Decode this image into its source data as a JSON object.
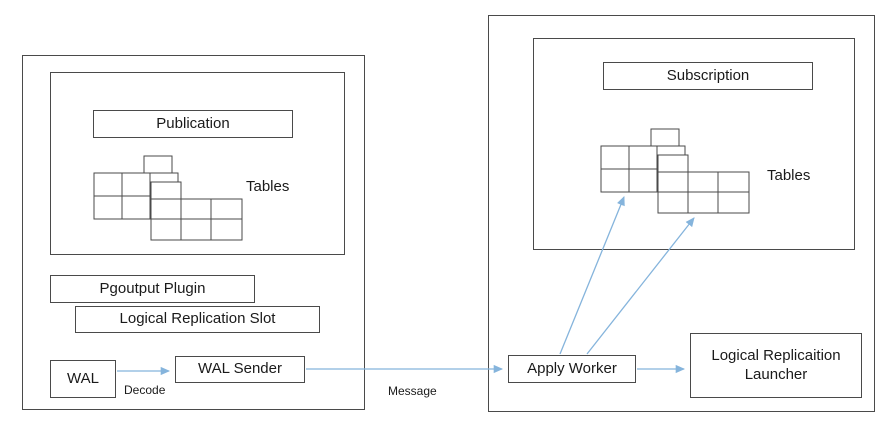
{
  "diagram": {
    "publisher": {
      "publication": "Publication",
      "tables": "Tables",
      "pgoutput_plugin": "Pgoutput Plugin",
      "replication_slot": "Logical Replication Slot",
      "wal": "WAL",
      "wal_sender": "WAL Sender",
      "decode": "Decode"
    },
    "subscriber": {
      "subscription": "Subscription",
      "tables": "Tables",
      "apply_worker": "Apply Worker",
      "launcher": "Logical Replicaition Launcher"
    },
    "message": "Message",
    "colors": {
      "arrow": "#85b4dc",
      "border": "#4a4a4a",
      "background": "#ffffff"
    }
  }
}
